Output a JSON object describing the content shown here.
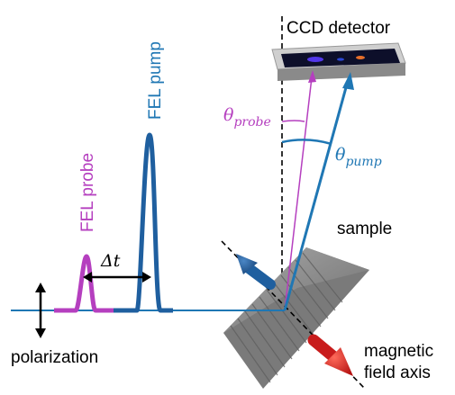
{
  "labels": {
    "ccd_detector": "CCD detector",
    "fel_pump": "FEL pump",
    "fel_probe": "FEL probe",
    "theta": "θ",
    "theta_probe_sub": "probe",
    "theta_pump_sub": "pump",
    "delta_t": "Δt",
    "sample": "sample",
    "polarization": "polarization",
    "magnetic_line1": "magnetic",
    "magnetic_line2": "field axis"
  },
  "colors": {
    "pump": "#1f77b4",
    "probe": "#b53fbf",
    "sample": "#8c8c8c",
    "magnetization_arrow": "#d62728",
    "moment_arrow": "#1f5f9f",
    "detector_top": "#bdbdbd"
  }
}
